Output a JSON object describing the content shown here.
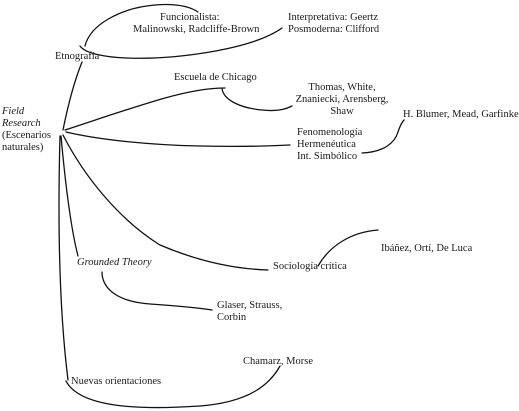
{
  "root": {
    "title_line1": "Field",
    "title_line2": "Research",
    "subtitle_line1": "(Escenarios",
    "subtitle_line2": "naturales)"
  },
  "nodes": {
    "etnografia": "Etnografía",
    "funcionalista_line1": "Funcionalista:",
    "funcionalista_line2": "Malinowski, Radcliffe-Brown",
    "interpretativa_line1": "Interpretativa: Geertz",
    "interpretativa_line2": "Posmoderna: Clifford",
    "chicago": "Escuela de Chicago",
    "thomas_line1": "Thomas, White,",
    "thomas_line2": "Znaniecki, Arensberg,",
    "thomas_line3": "Shaw",
    "fenomenologia_line1": "Fenomenología",
    "fenomenologia_line2": "Hermenéutica",
    "fenomenologia_line3": "Int. Simbólico",
    "blumer": "H. Blumer, Mead, Garfinke",
    "grounded": "Grounded Theory",
    "glaser_line1": "Glaser, Strauss,",
    "glaser_line2": "Corbin",
    "critica": "Sociología crítica",
    "ibanez": "Ibáñez, Ortí, De Luca",
    "nuevas": "Nuevas orientaciones",
    "chamarz": "Chamarz, Morse"
  }
}
